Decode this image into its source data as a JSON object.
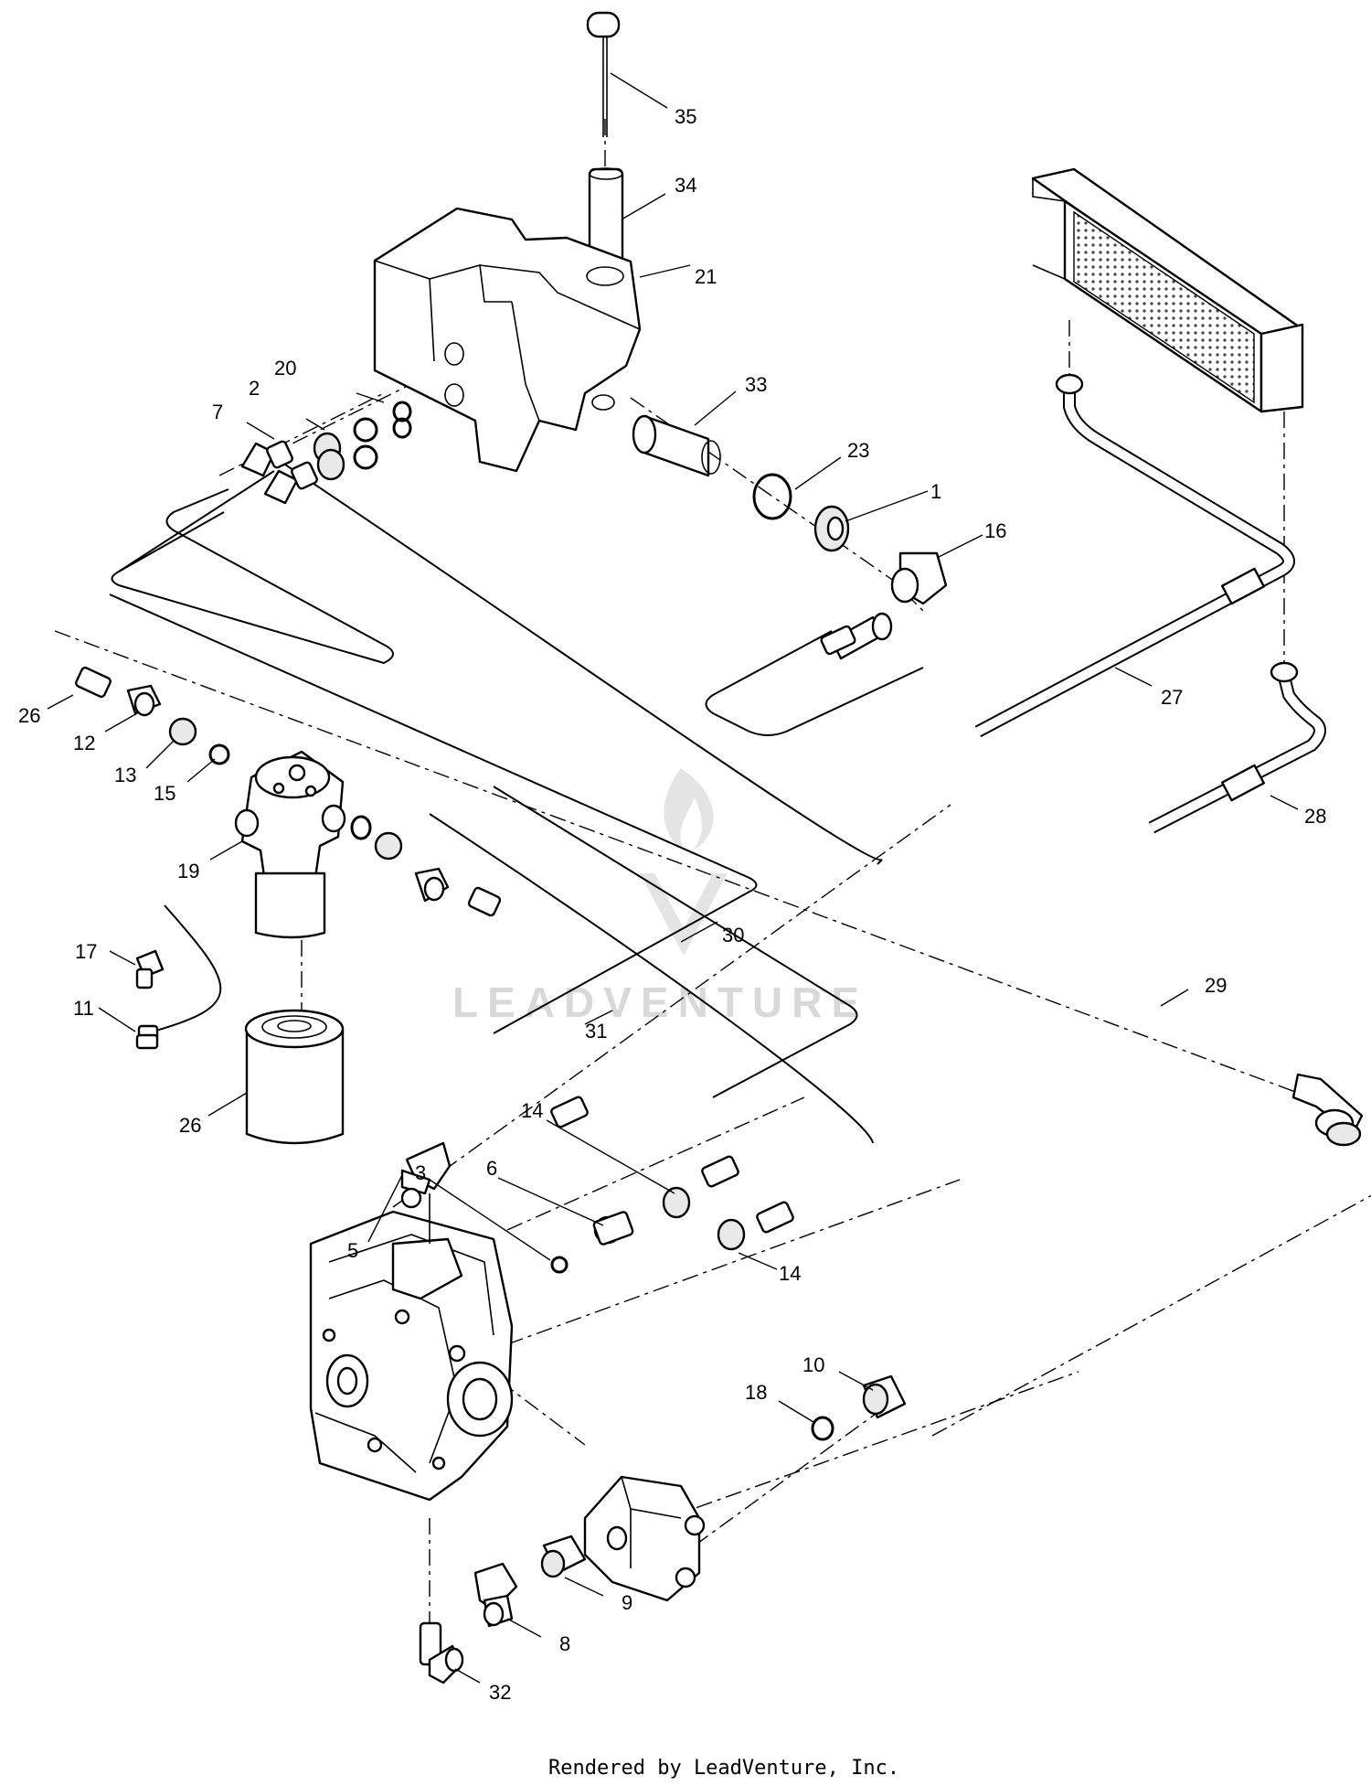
{
  "watermark": {
    "text": "LEADVENTURE"
  },
  "footer": {
    "text": "Rendered by LeadVenture, Inc."
  },
  "callouts": [
    {
      "id": "c35",
      "label": "35"
    },
    {
      "id": "c34",
      "label": "34"
    },
    {
      "id": "c21",
      "label": "21"
    },
    {
      "id": "c33",
      "label": "33"
    },
    {
      "id": "c23",
      "label": "23"
    },
    {
      "id": "c1",
      "label": "1"
    },
    {
      "id": "c16",
      "label": "16"
    },
    {
      "id": "c20",
      "label": "20"
    },
    {
      "id": "c2",
      "label": "2"
    },
    {
      "id": "c7",
      "label": "7"
    },
    {
      "id": "c27",
      "label": "27"
    },
    {
      "id": "c28",
      "label": "28"
    },
    {
      "id": "c26a",
      "label": "26"
    },
    {
      "id": "c12",
      "label": "12"
    },
    {
      "id": "c13",
      "label": "13"
    },
    {
      "id": "c15",
      "label": "15"
    },
    {
      "id": "c19",
      "label": "19"
    },
    {
      "id": "c17",
      "label": "17"
    },
    {
      "id": "c11",
      "label": "11"
    },
    {
      "id": "c26b",
      "label": "26"
    },
    {
      "id": "c30",
      "label": "30"
    },
    {
      "id": "c31",
      "label": "31"
    },
    {
      "id": "c29",
      "label": "29"
    },
    {
      "id": "c14a",
      "label": "14"
    },
    {
      "id": "c6",
      "label": "6"
    },
    {
      "id": "c3",
      "label": "3"
    },
    {
      "id": "c5",
      "label": "5"
    },
    {
      "id": "c14b",
      "label": "14"
    },
    {
      "id": "c10",
      "label": "10"
    },
    {
      "id": "c18",
      "label": "18"
    },
    {
      "id": "c9",
      "label": "9"
    },
    {
      "id": "c8",
      "label": "8"
    },
    {
      "id": "c32",
      "label": "32"
    }
  ]
}
